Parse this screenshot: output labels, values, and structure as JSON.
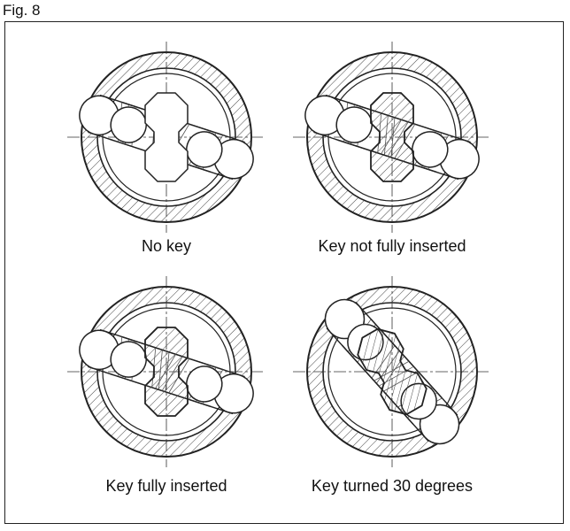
{
  "figure": {
    "label": "Fig. 8"
  },
  "panels": [
    {
      "caption": "No key"
    },
    {
      "caption": "Key not fully inserted"
    },
    {
      "caption": "Key fully inserted"
    },
    {
      "caption": "Key turned 30 degrees"
    }
  ]
}
